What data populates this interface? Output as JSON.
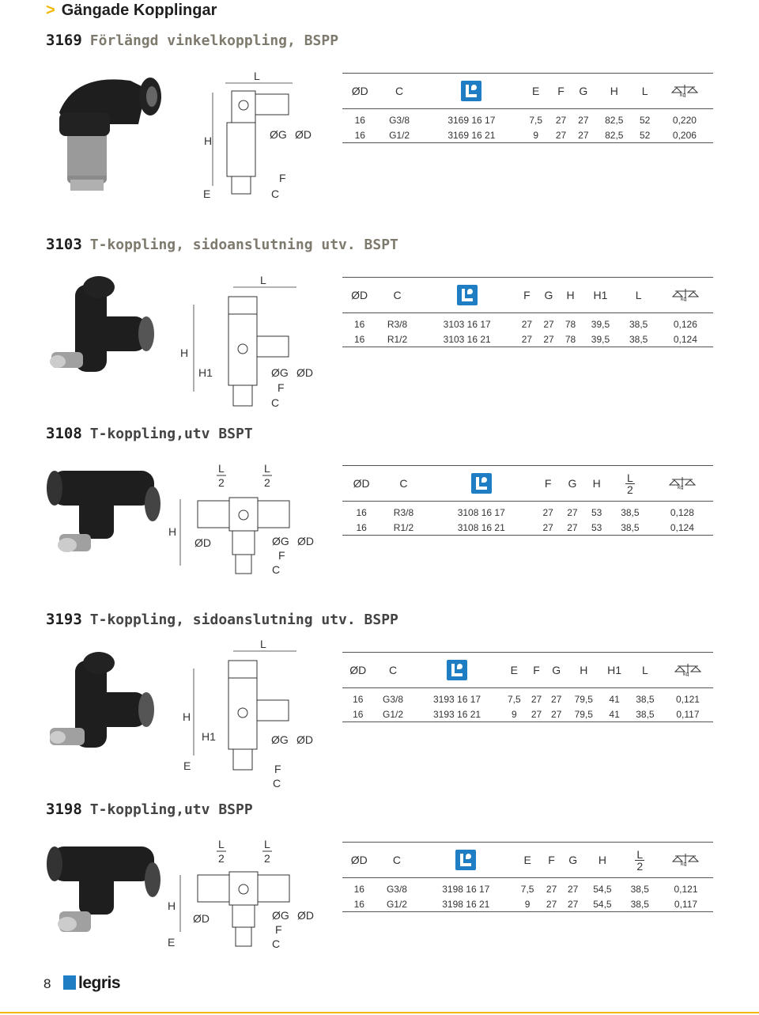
{
  "page_header": "Gängade Kopplingar",
  "page_header_marker": ">",
  "page_number": "8",
  "brand": "legris",
  "icons": {
    "brand": "legris-icon",
    "weight": "scale-icon",
    "weight_unit": "kg"
  },
  "sections": [
    {
      "code": "3169",
      "name": "Förlängd vinkelkoppling, BSPP",
      "headers": [
        "ØD",
        "C",
        "",
        "E",
        "F",
        "G",
        "H",
        "L",
        ""
      ],
      "rows": [
        [
          "16",
          "G3/8",
          "3169 16 17",
          "7,5",
          "27",
          "27",
          "82,5",
          "52",
          "0,220"
        ],
        [
          "16",
          "G1/2",
          "3169 16 21",
          "9",
          "27",
          "27",
          "82,5",
          "52",
          "0,206"
        ]
      ],
      "drawing_labels": {
        "L": "L",
        "H": "H",
        "G": "ØG",
        "D": "ØD",
        "F": "F",
        "E": "E",
        "C": "C"
      }
    },
    {
      "code": "3103",
      "name": "T-koppling, sidoanslutning utv. BSPT",
      "headers": [
        "ØD",
        "C",
        "",
        "",
        "F",
        "G",
        "H",
        "H1",
        "L",
        ""
      ],
      "rows": [
        [
          "16",
          "R3/8",
          "3103 16 17",
          "",
          "27",
          "27",
          "78",
          "39,5",
          "38,5",
          "0,126"
        ],
        [
          "16",
          "R1/2",
          "3103 16 21",
          "",
          "27",
          "27",
          "78",
          "39,5",
          "38,5",
          "0,124"
        ]
      ],
      "drawing_labels": {
        "L": "L",
        "H": "H",
        "H1": "H1",
        "G": "ØG",
        "D": "ØD",
        "F": "F",
        "C": "C"
      }
    },
    {
      "code": "3108",
      "name": "T-koppling,utv BSPT",
      "headers": [
        "ØD",
        "C",
        "",
        "",
        "F",
        "G",
        "H",
        "L/2",
        ""
      ],
      "rows": [
        [
          "16",
          "R3/8",
          "3108 16 17",
          "",
          "27",
          "27",
          "53",
          "38,5",
          "0,128"
        ],
        [
          "16",
          "R1/2",
          "3108 16 21",
          "",
          "27",
          "27",
          "53",
          "38,5",
          "0,124"
        ]
      ],
      "drawing_labels": {
        "L_num": "L",
        "L_den": "2",
        "H": "H",
        "D": "ØD",
        "G": "ØG",
        "F": "F",
        "C": "C"
      }
    },
    {
      "code": "3193",
      "name": "T-koppling, sidoanslutning utv. BSPP",
      "headers": [
        "ØD",
        "C",
        "",
        "E",
        "F",
        "G",
        "H",
        "H1",
        "L",
        ""
      ],
      "rows": [
        [
          "16",
          "G3/8",
          "3193 16 17",
          "7,5",
          "27",
          "27",
          "79,5",
          "41",
          "38,5",
          "0,121"
        ],
        [
          "16",
          "G1/2",
          "3193 16 21",
          "9",
          "27",
          "27",
          "79,5",
          "41",
          "38,5",
          "0,117"
        ]
      ],
      "drawing_labels": {
        "L": "L",
        "H": "H",
        "H1": "H1",
        "G": "ØG",
        "D": "ØD",
        "F": "F",
        "E": "E",
        "C": "C"
      }
    },
    {
      "code": "3198",
      "name": "T-koppling,utv BSPP",
      "headers": [
        "ØD",
        "C",
        "",
        "E",
        "F",
        "G",
        "H",
        "L/2",
        ""
      ],
      "rows": [
        [
          "16",
          "G3/8",
          "3198 16 17",
          "7,5",
          "27",
          "27",
          "54,5",
          "38,5",
          "0,121"
        ],
        [
          "16",
          "G1/2",
          "3198 16 21",
          "9",
          "27",
          "27",
          "54,5",
          "38,5",
          "0,117"
        ]
      ],
      "drawing_labels": {
        "L_num": "L",
        "L_den": "2",
        "H": "H",
        "D": "ØD",
        "G": "ØG",
        "F": "F",
        "E": "E",
        "C": "C"
      }
    }
  ]
}
